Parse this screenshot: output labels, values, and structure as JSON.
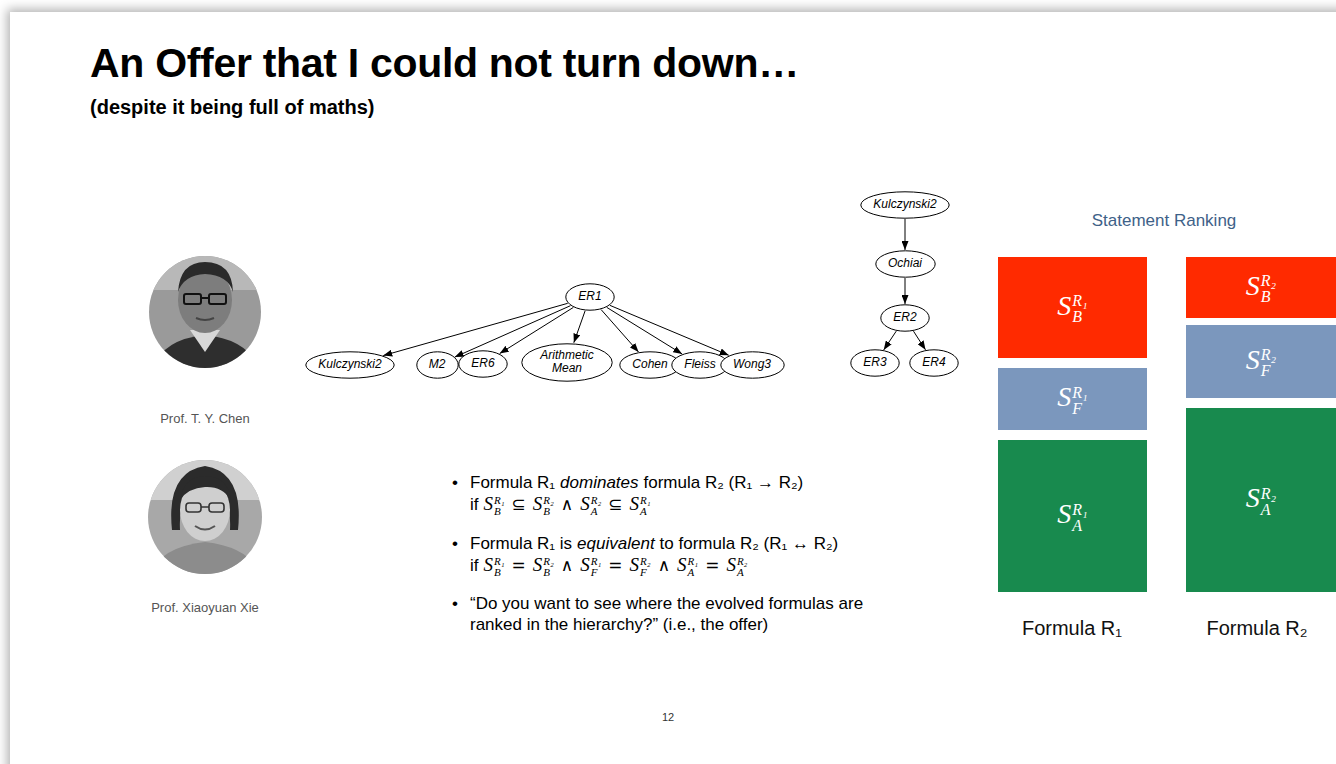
{
  "diagram": {
    "title": "An Offer that I could not turn down…",
    "nodes": [
      {
        "text": [
          "ER1"
        ]
      },
      {
        "text": [
          "Kulczynski2"
        ]
      },
      {
        "text": [
          "M2"
        ]
      },
      {
        "text": [
          "ER6"
        ]
      },
      {
        "text": [
          "Arithmetic Mean"
        ]
      },
      {
        "text": [
          "Cohen"
        ]
      },
      {
        "text": [
          "Fleiss"
        ]
      },
      {
        "text": [
          "Wong3"
        ]
      },
      {
        "text": [
          "Kulczynski2"
        ]
      },
      {
        "text": [
          "Ochiai"
        ]
      },
      {
        "text": [
          "ER2"
        ]
      },
      {
        "text": [
          "ER3"
        ]
      },
      {
        "text": [
          "ER4"
        ]
      },
      {
        "text": [
          "S",
          "B",
          "R₁"
        ]
      },
      {
        "text": [
          "S",
          "F",
          "R₁"
        ]
      },
      {
        "text": [
          "S",
          "A",
          "R₁"
        ]
      },
      {
        "text": [
          "S",
          "B",
          "R₂"
        ]
      },
      {
        "text": [
          "S",
          "F",
          "R₂"
        ]
      },
      {
        "text": [
          "S",
          "A",
          "R₂"
        ]
      }
    ],
    "edges": [
      {
        "from": 0,
        "to": 1,
        "arrow": "to"
      },
      {
        "from": 0,
        "to": 2,
        "arrow": "to"
      },
      {
        "from": 0,
        "to": 3,
        "arrow": "to"
      },
      {
        "from": 0,
        "to": 4,
        "arrow": "to"
      },
      {
        "from": 0,
        "to": 5,
        "arrow": "to"
      },
      {
        "from": 0,
        "to": 6,
        "arrow": "to"
      },
      {
        "from": 0,
        "to": 7,
        "arrow": "to"
      },
      {
        "from": 8,
        "to": 9,
        "arrow": "to"
      },
      {
        "from": 9,
        "to": 10,
        "arrow": "to"
      },
      {
        "from": 10,
        "to": 11,
        "arrow": "to"
      },
      {
        "from": 10,
        "to": 12,
        "arrow": "to"
      }
    ],
    "labels": [
      "(despite it being full of maths)",
      "Prof. T. Y. Chen",
      "Prof. Xiaoyuan Xie",
      "Statement Ranking",
      "•",
      "Formula R₁",
      "dominates",
      "formula R₂ (R₁ → R₂)",
      "if",
      "S",
      "B",
      "R₁",
      "⊆",
      "S",
      "B",
      "R₂",
      "∧",
      "S",
      "A",
      "R₂",
      "⊆",
      "S",
      "A",
      "R₁",
      "•",
      "Formula R₁ is",
      "equivalent",
      "to formula R₂ (R₁ ↔ R₂)",
      "if",
      "S",
      "B",
      "R₁",
      "=",
      "S",
      "B",
      "R₂",
      "∧",
      "S",
      "F",
      "R₁",
      "=",
      "S",
      "F",
      "R₂",
      "∧",
      "S",
      "A",
      "R₁",
      "=",
      "S",
      "A",
      "R₂",
      "•",
      "“Do you want to see where the evolved formulas are ranked in the hierarchy?” (i.e., the offer)",
      "Formula R₁",
      "Formula R₂",
      "12"
    ]
  }
}
